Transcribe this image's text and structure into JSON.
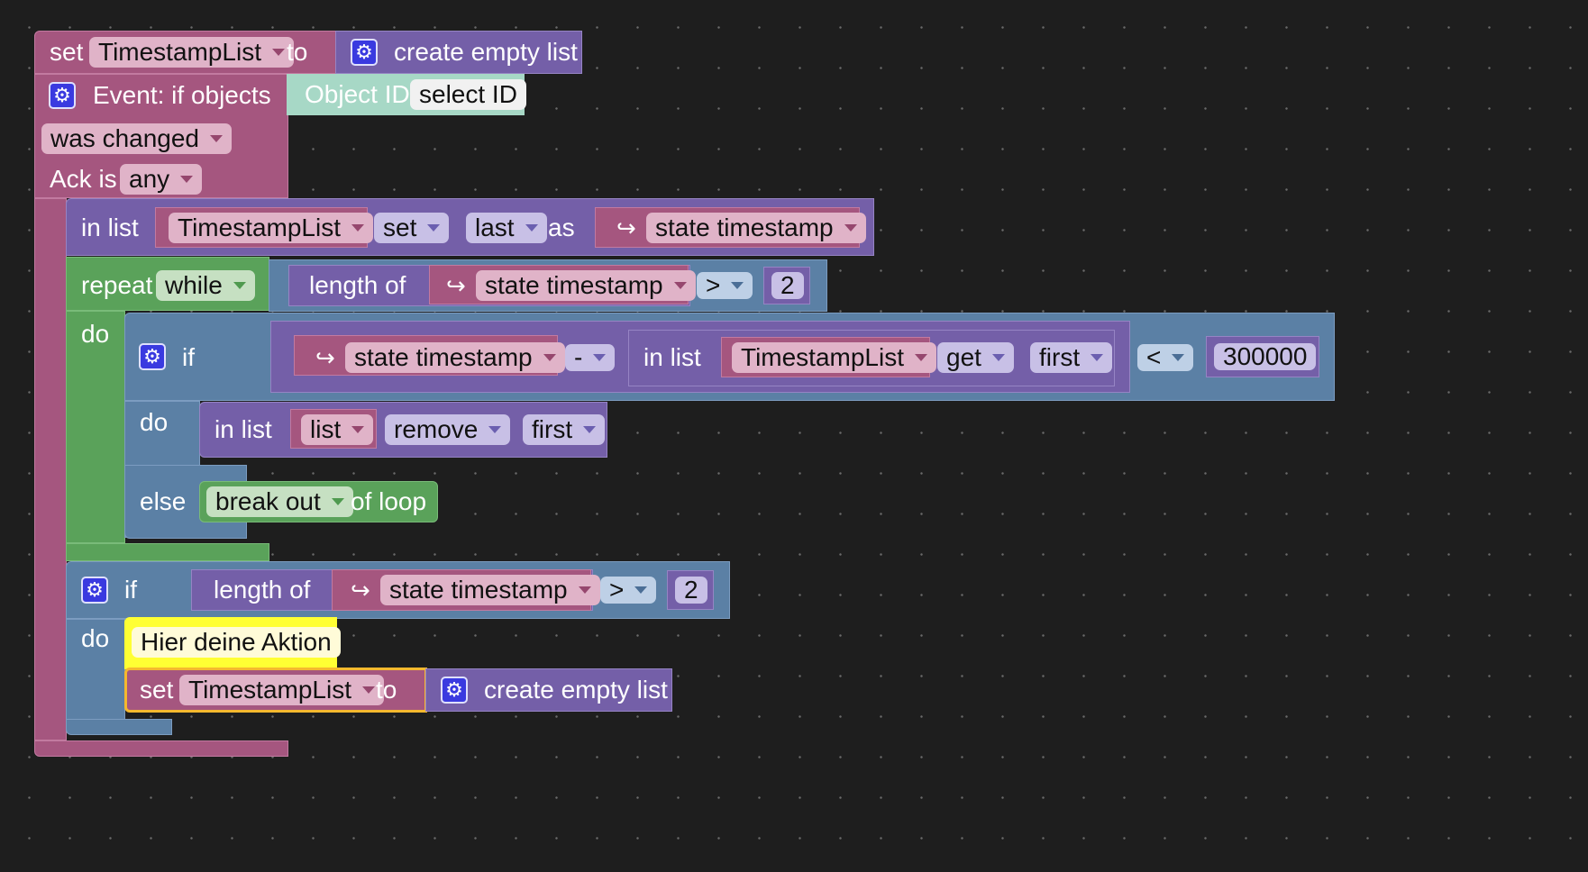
{
  "colors": {
    "variables": "#a5567f",
    "lists": "#745fa8",
    "logic": "#5b80a5",
    "loops": "#5aa25a",
    "comment": "#ffff33",
    "selected_outline": "#f5b82e"
  },
  "icons": [
    "gear-icon",
    "dropdown-arrow-icon",
    "return-arrow-icon"
  ],
  "set_top": {
    "set": "set",
    "variable": "TimestampList",
    "to": "to",
    "create_empty_list": "create empty list"
  },
  "event": {
    "label": "Event: if objects",
    "object_id": "Object ID",
    "select_id": "select ID",
    "trigger": "was changed",
    "ack_is": "Ack is",
    "ack_value": "any"
  },
  "in_list_set": {
    "in_list": "in list",
    "list": "TimestampList",
    "mode": "set",
    "where": "last",
    "as": "as",
    "value": "state timestamp"
  },
  "repeat": {
    "repeat": "repeat",
    "mode": "while",
    "length_of": "length of",
    "value": "state timestamp",
    "operator": ">",
    "number": "2",
    "do": "do"
  },
  "inner_if": {
    "if": "if",
    "value": "state timestamp",
    "minus": "-",
    "in_list": "in list",
    "list": "TimestampList",
    "get": "get",
    "first": "first",
    "operator": "<",
    "number": "300000",
    "do": "do",
    "else": "else"
  },
  "remove": {
    "in_list": "in list",
    "list": "list",
    "mode": "remove",
    "where": "first"
  },
  "break_block": {
    "break_out": "break out",
    "of_loop": "of loop"
  },
  "outer_if": {
    "if": "if",
    "length_of": "length of",
    "value": "state timestamp",
    "operator": ">",
    "number": "2",
    "do": "do"
  },
  "comment": {
    "text": "Hier deine Aktion"
  },
  "set_bottom": {
    "set": "set",
    "variable": "TimestampList",
    "to": "to",
    "create_empty_list": "create empty list"
  }
}
